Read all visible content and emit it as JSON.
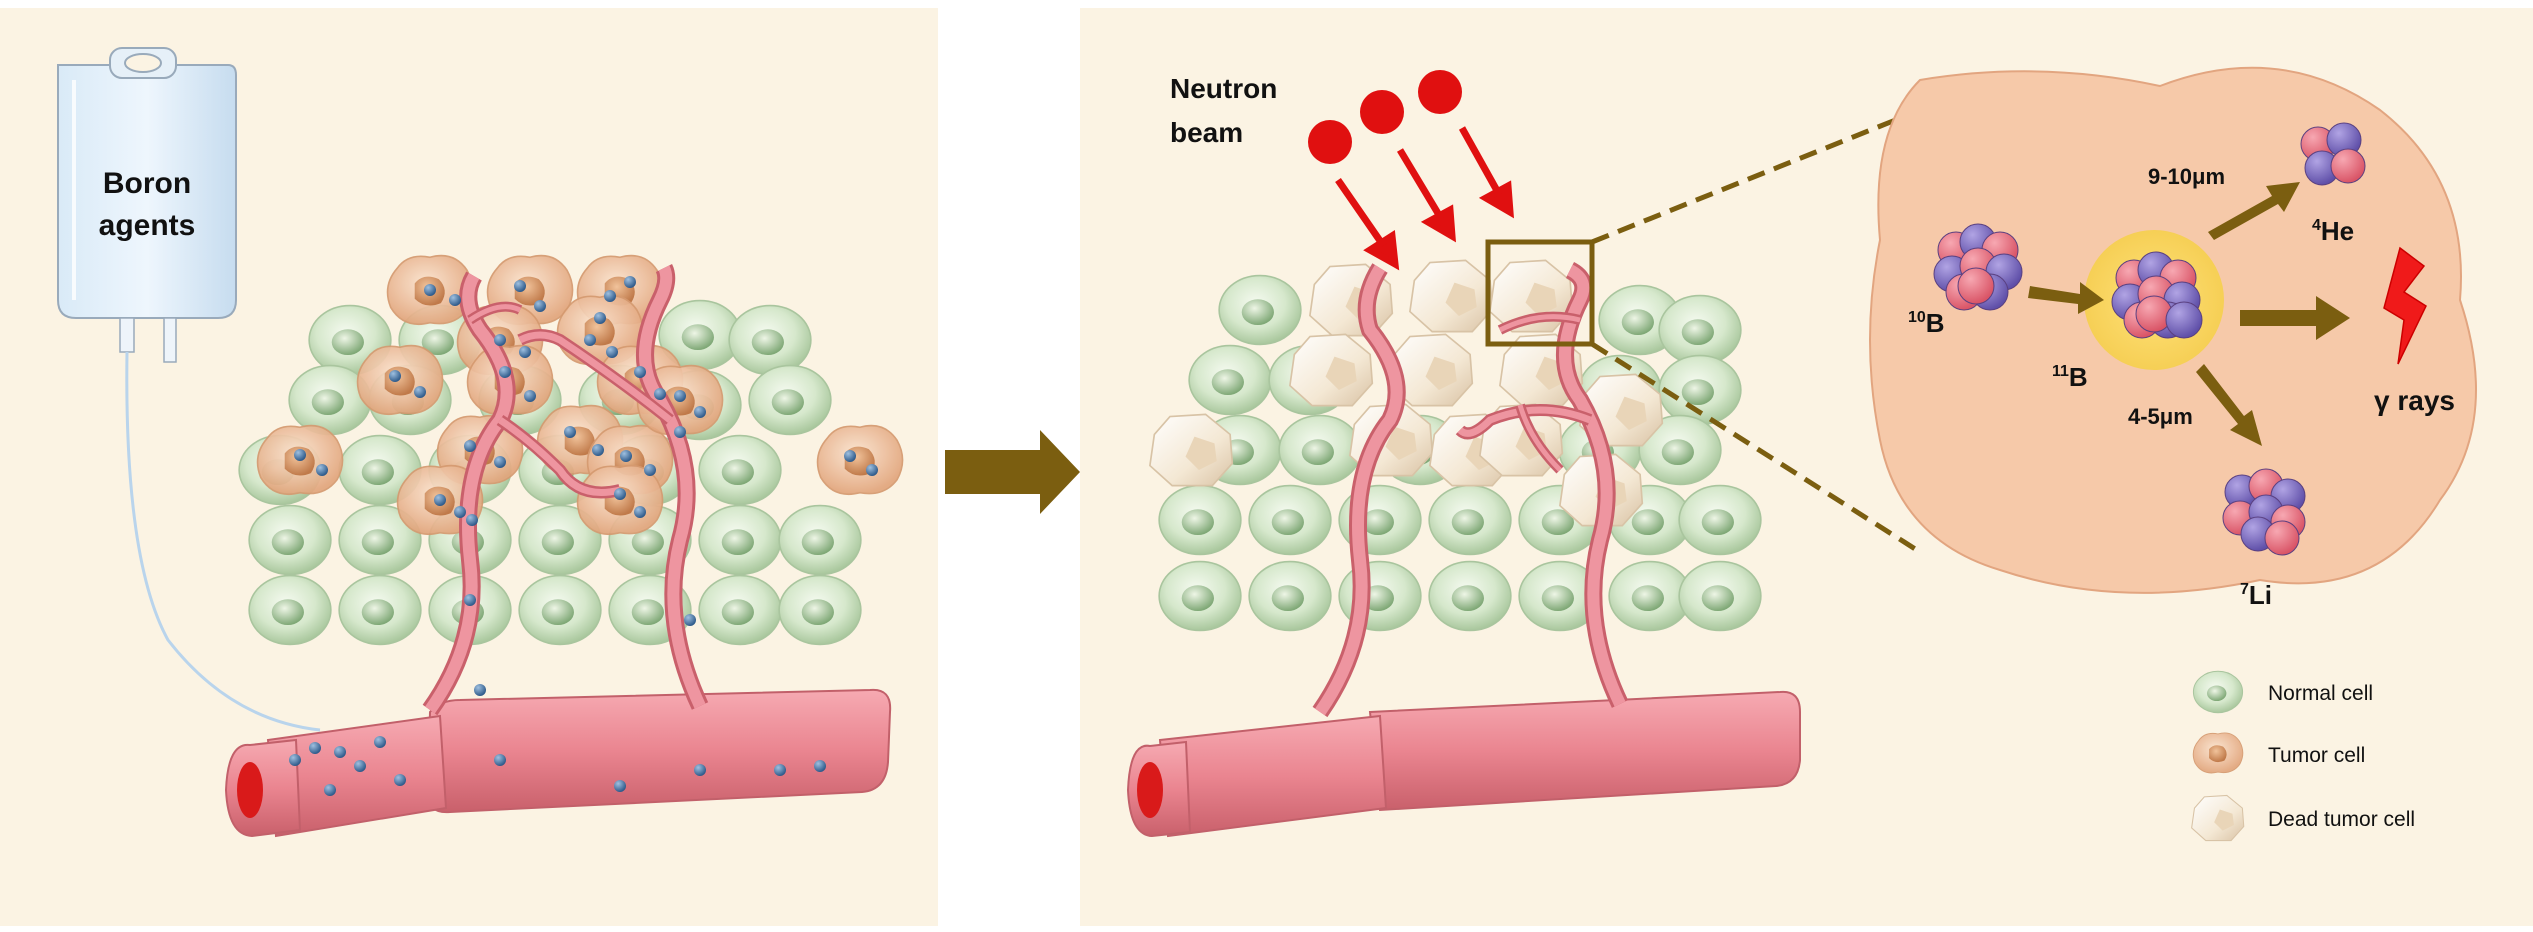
{
  "left_panel": {
    "bag_label_line1": "Boron",
    "bag_label_line2": "agents"
  },
  "right_panel": {
    "beam_label_line1": "Neutron",
    "beam_label_line2": "beam"
  },
  "inset": {
    "b10_mass": "10",
    "b10_symbol": "B",
    "b11_mass": "11",
    "b11_symbol": "B",
    "he4_mass": "4",
    "he4_symbol": "He",
    "li7_mass": "7",
    "li7_symbol": "Li",
    "he_distance": "9-10μm",
    "li_distance": "4-5μm",
    "gamma_label": "γ rays"
  },
  "legend": {
    "normal": "Normal cell",
    "tumor": "Tumor cell",
    "dead": "Dead tumor cell"
  },
  "colors": {
    "panel_bg": "#fbf3e3",
    "normal_cell": "#d8e9cf",
    "tumor_cell": "#e9b48c",
    "dead_cell": "#f4ead8",
    "vessel": "#e8808a",
    "neutron": "#e01010",
    "arrow_brown": "#7b5e10",
    "inset_bg": "#f6c9a9",
    "proton": "#e06b7b",
    "neutron_particle": "#7565b8"
  }
}
